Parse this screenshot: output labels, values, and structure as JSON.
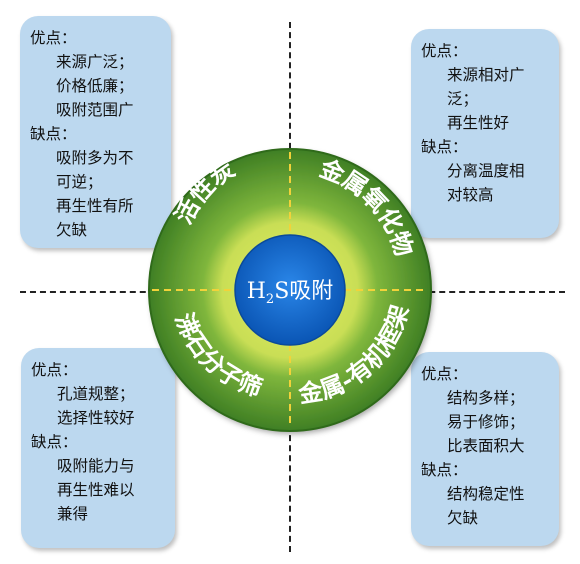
{
  "center": {
    "prefix": "H",
    "sub": "2",
    "suffix": "S吸附"
  },
  "segments": [
    {
      "id": "activated-carbon",
      "label": "活性炭"
    },
    {
      "id": "metal-oxide",
      "label": "金属氧化物"
    },
    {
      "id": "molecular-sieve",
      "label": "沸石分子筛"
    },
    {
      "id": "mof",
      "label": "金属-有机框架"
    }
  ],
  "boxes": {
    "top_left": {
      "pros_label": "优点：",
      "pros": [
        "来源广泛；",
        "价格低廉；",
        "吸附范围广"
      ],
      "cons_label": "缺点：",
      "cons": [
        "吸附多为不",
        "可逆；",
        "再生性有所",
        "欠缺"
      ]
    },
    "top_right": {
      "pros_label": "优点：",
      "pros": [
        "来源相对广",
        "泛；",
        "再生性好"
      ],
      "cons_label": "缺点：",
      "cons": [
        "分离温度相",
        "对较高"
      ]
    },
    "bottom_left": {
      "pros_label": "优点：",
      "pros": [
        "孔道规整；",
        "选择性较好"
      ],
      "cons_label": "缺点：",
      "cons": [
        "吸附能力与",
        "再生性难以",
        "兼得"
      ]
    },
    "bottom_right": {
      "pros_label": "优点：",
      "pros": [
        "结构多样；",
        "易于修饰；",
        "比表面积大"
      ],
      "cons_label": "缺点：",
      "cons": [
        "结构稳定性",
        "欠缺"
      ]
    }
  },
  "colors": {
    "ring_outer": "#3f7f24",
    "ring_inner": "#7fb63c",
    "glow": "#d9e85a",
    "core": "#0b63c9",
    "box": "#bcd8ef",
    "divider": "#f2d23a"
  }
}
